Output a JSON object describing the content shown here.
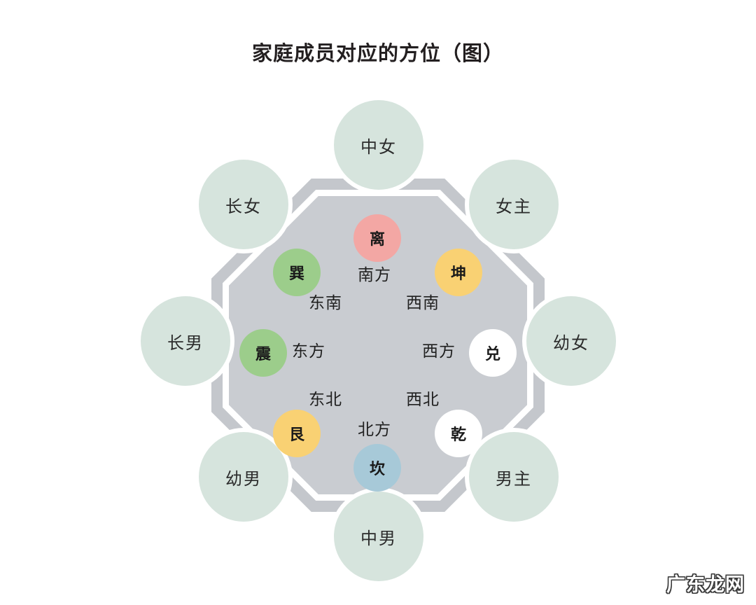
{
  "page": {
    "title": "家庭成员对应的方位（图）",
    "watermark": "广东龙网",
    "background_color": "#ffffff"
  },
  "diagram": {
    "shape": "octagon",
    "ring_color": "#c4c7cc",
    "face_color": "#c9ccd1",
    "member_circle_color": "#d6e4dd",
    "members": [
      {
        "label": "中女",
        "position": "top",
        "meaning": "middle-daughter"
      },
      {
        "label": "女主",
        "position": "upper-right",
        "meaning": "female-head"
      },
      {
        "label": "幼女",
        "position": "right",
        "meaning": "youngest-daughter"
      },
      {
        "label": "男主",
        "position": "lower-right",
        "meaning": "male-head"
      },
      {
        "label": "中男",
        "position": "bottom",
        "meaning": "middle-son"
      },
      {
        "label": "幼男",
        "position": "lower-left",
        "meaning": "youngest-son"
      },
      {
        "label": "长男",
        "position": "left",
        "meaning": "eldest-son"
      },
      {
        "label": "长女",
        "position": "upper-left",
        "meaning": "eldest-daughter"
      }
    ],
    "trigrams": [
      {
        "label": "离",
        "direction": "南方",
        "position": "top",
        "color": "#f3a7a4"
      },
      {
        "label": "坤",
        "direction": "西南",
        "position": "upper-right",
        "color": "#f9d173"
      },
      {
        "label": "兑",
        "direction": "西方",
        "position": "right",
        "color": "#ffffff"
      },
      {
        "label": "乾",
        "direction": "西北",
        "position": "lower-right",
        "color": "#ffffff"
      },
      {
        "label": "坎",
        "direction": "北方",
        "position": "bottom",
        "color": "#a7c9d8"
      },
      {
        "label": "艮",
        "direction": "东北",
        "position": "lower-left",
        "color": "#f9d173"
      },
      {
        "label": "震",
        "direction": "东方",
        "position": "left",
        "color": "#9ccd8b"
      },
      {
        "label": "巽",
        "direction": "东南",
        "position": "upper-left",
        "color": "#9ccd8b"
      }
    ]
  }
}
